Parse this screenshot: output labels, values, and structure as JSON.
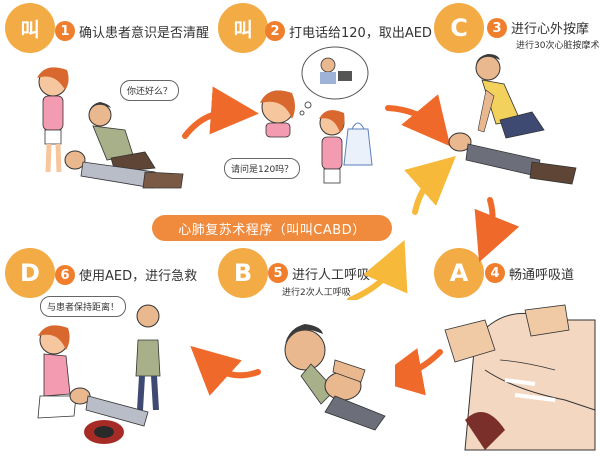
{
  "steps": [
    {
      "badge": "叫",
      "num": "1",
      "title": "确认患者意识是否清醒"
    },
    {
      "badge": "叫",
      "num": "2",
      "title": "打电话给120，取出AED"
    },
    {
      "badge": "C",
      "num": "3",
      "title": "进行心外按摩",
      "subtitle": "进行30次心脏按摩术"
    },
    {
      "badge": "A",
      "num": "4",
      "title": "畅通呼吸道"
    },
    {
      "badge": "B",
      "num": "5",
      "title": "进行人工呼吸",
      "subtitle": "进行2次人工呼吸"
    },
    {
      "badge": "D",
      "num": "6",
      "title": "使用AED，进行急救"
    }
  ],
  "center_title": "心肺复苏术程序（叫叫CABD）",
  "bubbles": {
    "are_you_ok": "你还好么？",
    "is_this_120": "请问是120吗？",
    "keep_distance": "与患者保持距离！"
  },
  "colors": {
    "badge": "#f3ab45",
    "number": "#ef7e2d",
    "arrow": "#ef6a2a",
    "arrow_up": "#f6b93a",
    "banner": "#f08a3c"
  }
}
